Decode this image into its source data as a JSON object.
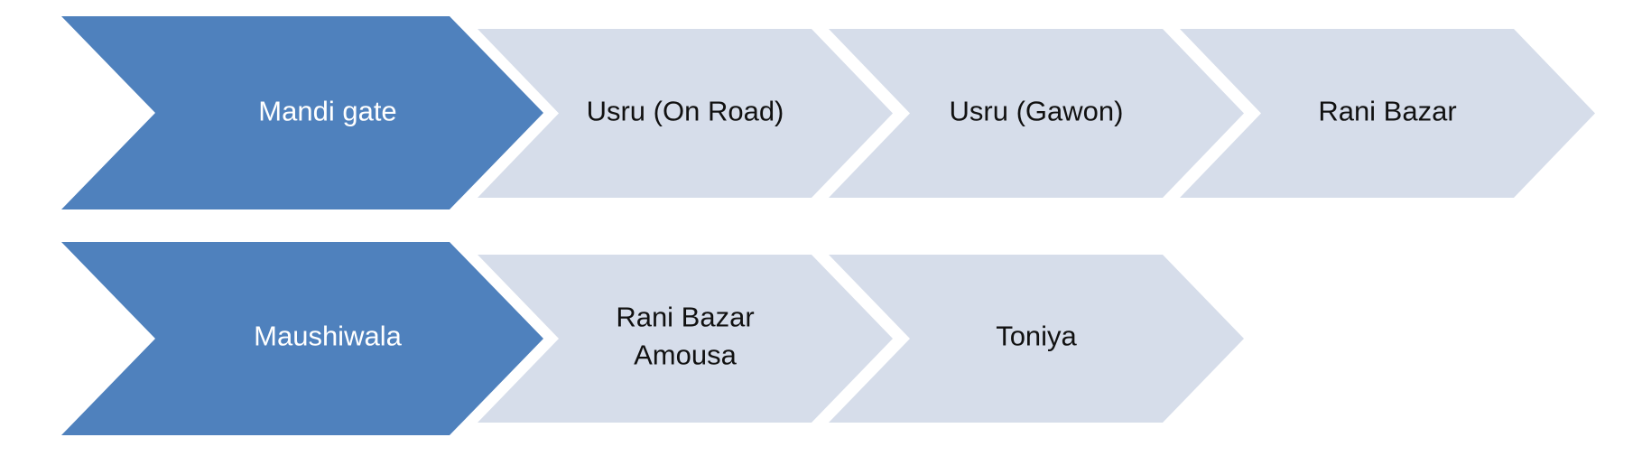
{
  "colors": {
    "primary_fill": "#4f81bd",
    "primary_text": "#ffffff",
    "secondary_fill": "#d6ddea",
    "secondary_text": "#111111",
    "background": "#ffffff"
  },
  "rows": [
    {
      "head": {
        "label": "Mandi gate"
      },
      "steps": [
        {
          "lines": [
            "Usru (On Road)"
          ]
        },
        {
          "lines": [
            "Usru (Gawon)"
          ]
        },
        {
          "lines": [
            "Rani Bazar"
          ]
        }
      ]
    },
    {
      "head": {
        "label": "Maushiwala"
      },
      "steps": [
        {
          "lines": [
            "Rani Bazar",
            "Amousa"
          ]
        },
        {
          "lines": [
            "Toniya"
          ]
        }
      ]
    }
  ]
}
